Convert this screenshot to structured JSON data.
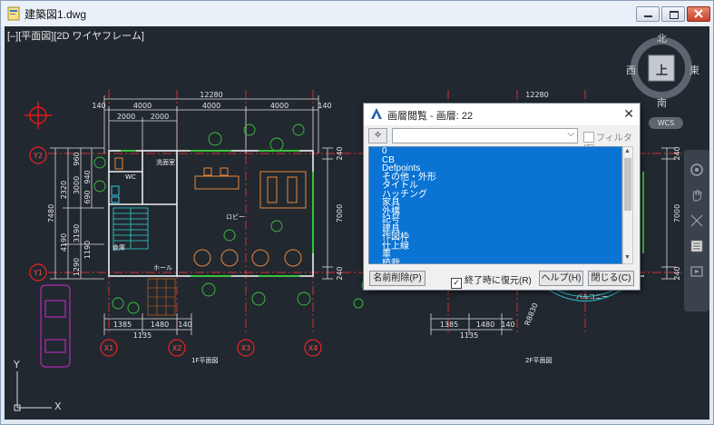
{
  "window": {
    "title": "建築図1.dwg"
  },
  "viewport": {
    "label": "[–][平面図][2D ワイヤフレーム]"
  },
  "drawing": {
    "dim_top_total": "12280",
    "dim_top_left": "140",
    "dim_top_a": "4000",
    "dim_top_b": "4000",
    "dim_top_c": "4000",
    "dim_top_right": "140",
    "dim_sub_a": "2000",
    "dim_sub_b": "2000",
    "dim_right_top": "240",
    "dim_right_mid": "7000",
    "dim_right_bot": "240",
    "dim_left_total": "7480",
    "dim_left_1": "2320",
    "dim_left_2": "3000",
    "dim_left_3": "3190",
    "dim_left_4": "1290",
    "dim_left_5": "960",
    "dim_left_6": "940",
    "dim_left_7": "690",
    "dim_left_8": "1190",
    "dim_left_9": "4190",
    "dim_bottom_1": "1385",
    "dim_bottom_2": "1480",
    "dim_bottom_3": "140",
    "dim_bottom_4": "1135",
    "dim_2f_top": "12280",
    "dim_2f_right_top": "240",
    "dim_2f_right_mid": "7000",
    "dim_2f_right_bot": "240",
    "dim_2f_bottom_1": "1385",
    "dim_2f_bottom_2": "1480",
    "dim_2f_bottom_3": "140",
    "dim_2f_bottom_4": "1135",
    "dim_2f_radius": "R8830",
    "grid_y2": "Y2",
    "grid_y1": "Y1",
    "grid_x1": "X1",
    "grid_x2": "X2",
    "grid_x3": "X3",
    "grid_x4": "X4",
    "room_wc": "WC",
    "room_wash": "洗面室",
    "room_lobby": "ロビー",
    "room_hall": "ホール",
    "room_storage": "倉庫",
    "balcony": "バルコニー",
    "label_1f": "1F平面図",
    "label_2f": "2F平面図",
    "axis_y": "Y",
    "axis_x": "X"
  },
  "compass": {
    "north": "北",
    "south": "南",
    "east": "東",
    "west": "西",
    "top": "上",
    "wcs": "WCS"
  },
  "dialog": {
    "title": "画層閲覧 - 画層: 22",
    "filter_label": "フィルタ(F)",
    "layers": [
      "0",
      "CB",
      "Defpoints",
      "その他・外形",
      "タイトル",
      "ハッチング",
      "家具",
      "外構",
      "記号",
      "建具",
      "作図枠",
      "仕上線",
      "車",
      "植栽"
    ],
    "delete_button": "名前削除(P)",
    "restore_checkbox": "終了時に復元(R)",
    "restore_checked": "✓",
    "help_button": "ヘルプ(H)",
    "close_button": "閉じる(C)"
  }
}
